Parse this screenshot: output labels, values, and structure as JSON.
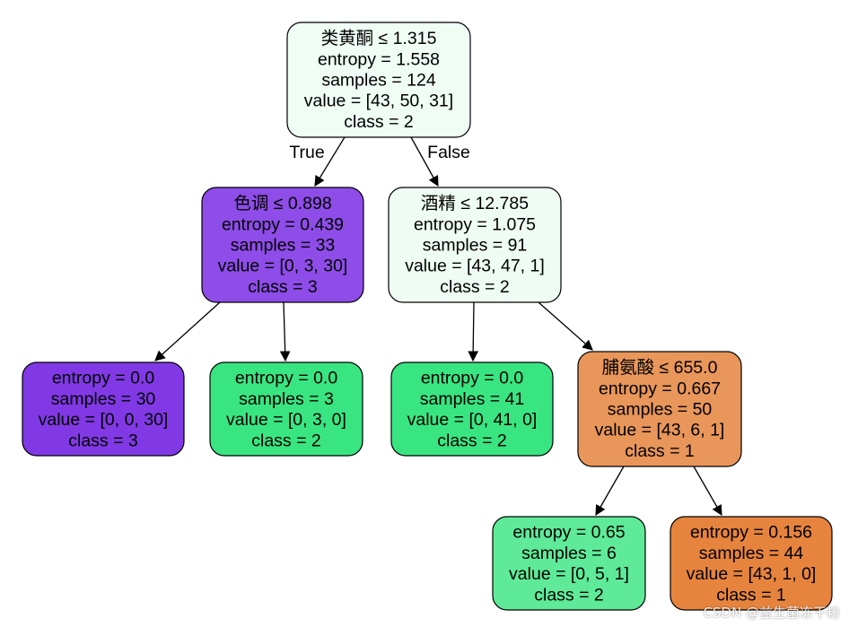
{
  "tree": {
    "nodes": [
      {
        "id": "n0",
        "lines": [
          "类黄酮 ≤ 1.315",
          "entropy = 1.558",
          "samples = 124",
          "value = [43, 50, 31]",
          "class = 2"
        ],
        "fill": "#effdf5"
      },
      {
        "id": "n1",
        "lines": [
          "色调 ≤ 0.898",
          "entropy = 0.439",
          "samples = 33",
          "value = [0, 3, 30]",
          "class = 3"
        ],
        "fill": "#8e4de8"
      },
      {
        "id": "n2",
        "lines": [
          "酒精 ≤ 12.785",
          "entropy = 1.075",
          "samples = 91",
          "value = [43, 47, 1]",
          "class = 2"
        ],
        "fill": "#eefcf3"
      },
      {
        "id": "n3",
        "lines": [
          "entropy = 0.0",
          "samples = 30",
          "value = [0, 0, 30]",
          "class = 3"
        ],
        "fill": "#8139e5"
      },
      {
        "id": "n4",
        "lines": [
          "entropy = 0.0",
          "samples = 3",
          "value = [0, 3, 0]",
          "class = 2"
        ],
        "fill": "#39e581"
      },
      {
        "id": "n5",
        "lines": [
          "entropy = 0.0",
          "samples = 41",
          "value = [0, 41, 0]",
          "class = 2"
        ],
        "fill": "#39e581"
      },
      {
        "id": "n6",
        "lines": [
          "脯氨酸 ≤ 655.0",
          "entropy = 0.667",
          "samples = 50",
          "value = [43, 6, 1]",
          "class = 1"
        ],
        "fill": "#e9965a"
      },
      {
        "id": "n7",
        "lines": [
          "entropy = 0.65",
          "samples = 6",
          "value = [0, 5, 1]",
          "class = 2"
        ],
        "fill": "#5eea98"
      },
      {
        "id": "n8",
        "lines": [
          "entropy = 0.156",
          "samples = 44",
          "value = [43, 1, 0]",
          "class = 1"
        ],
        "fill": "#e6843e"
      }
    ],
    "edges": [
      {
        "from": "n0",
        "to": "n1",
        "label": "True"
      },
      {
        "from": "n0",
        "to": "n2",
        "label": "False"
      },
      {
        "from": "n1",
        "to": "n3",
        "label": ""
      },
      {
        "from": "n1",
        "to": "n4",
        "label": ""
      },
      {
        "from": "n2",
        "to": "n5",
        "label": ""
      },
      {
        "from": "n2",
        "to": "n6",
        "label": ""
      },
      {
        "from": "n6",
        "to": "n7",
        "label": ""
      },
      {
        "from": "n6",
        "to": "n8",
        "label": ""
      }
    ]
  },
  "watermark": "CSDN @益生菌冻干粉"
}
